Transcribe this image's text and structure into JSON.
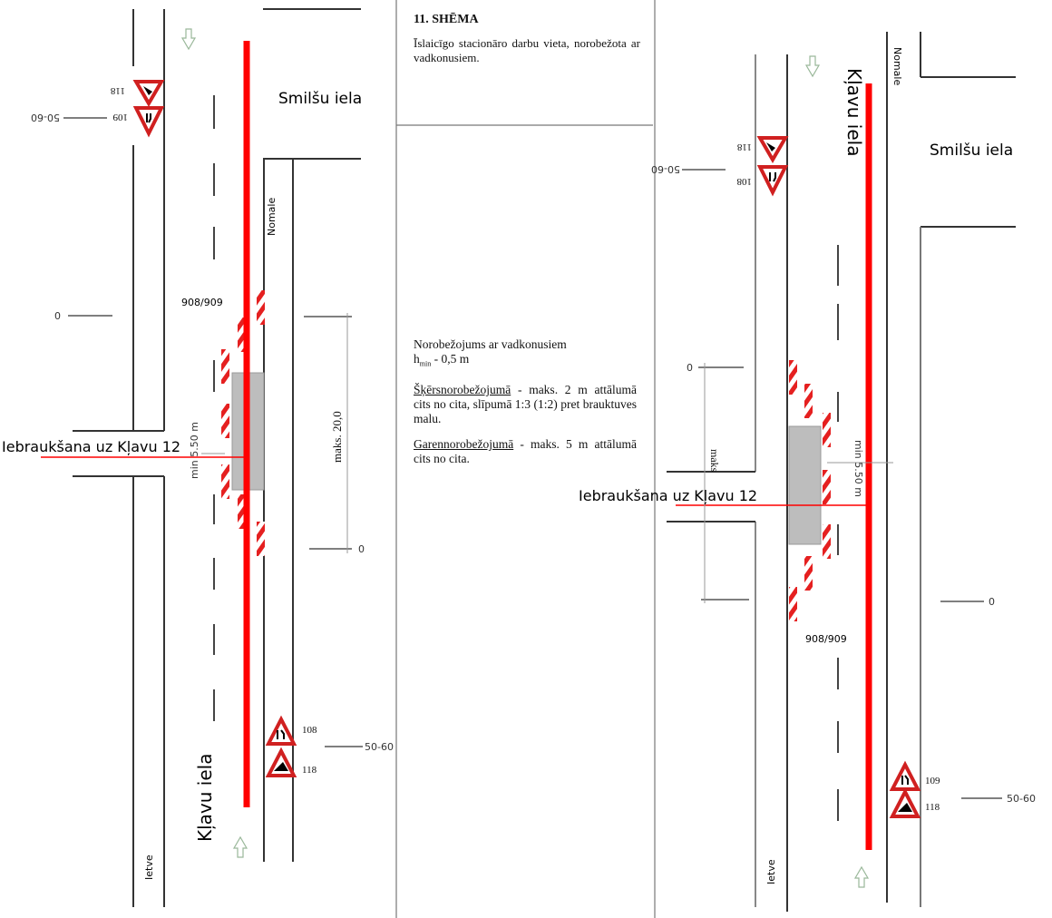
{
  "center": {
    "heading": "11. SHĒMA",
    "subtitle": "Īslaicīgo stacionāro darbu vieta, norobežota ar vadkonusiem.",
    "note1a": "Norobežojums ar vadkonusiem",
    "note1b_h": "h",
    "note1b_sub": "min",
    "note1b_rest": " - 0,5 m",
    "note2_term": "Šķērsnorobežojumā",
    "note2_rest": " - maks. 2 m attālumā cits no cita, slīpumā 1:3 (1:2) pret brauktuves malu.",
    "note3_term": "Garennorobežojumā",
    "note3_rest": " - maks. 5 m attālumā cits no cita."
  },
  "left": {
    "street_side": "Smilšu iela",
    "street_main": "Kļavu iela",
    "strip": "Nomale",
    "sidewalk": "Ietve",
    "entrance": "Iebraukšana uz Kļavu 12",
    "cone_sign": "908/909",
    "min_width": "min 5.50 m",
    "max_length": "maks. 20,0",
    "zero_a": "0",
    "zero_b": "0",
    "sign_top_1": "118",
    "sign_top_2": "109",
    "speed_top": "50-60",
    "sign_bot_1": "108",
    "sign_bot_2": "118",
    "speed_bot": "50-60"
  },
  "right": {
    "street_side": "Smilšu iela",
    "street_main": "Kļavu iela",
    "strip": "Nomale",
    "sidewalk": "Ietve",
    "entrance": "Iebraukšana uz Kļavu 12",
    "cone_sign": "908/909",
    "min_width": "min 5.50 m",
    "max_length": "maks",
    "zero_a": "0",
    "zero_b": "0",
    "sign_top_1": "118",
    "sign_top_2": "108",
    "speed_top": "50-60",
    "sign_bot_1": "109",
    "sign_bot_2": "118",
    "speed_bot": "50-60"
  },
  "colors": {
    "red": "#ff0000",
    "work_zone": "#bdbdbd"
  }
}
